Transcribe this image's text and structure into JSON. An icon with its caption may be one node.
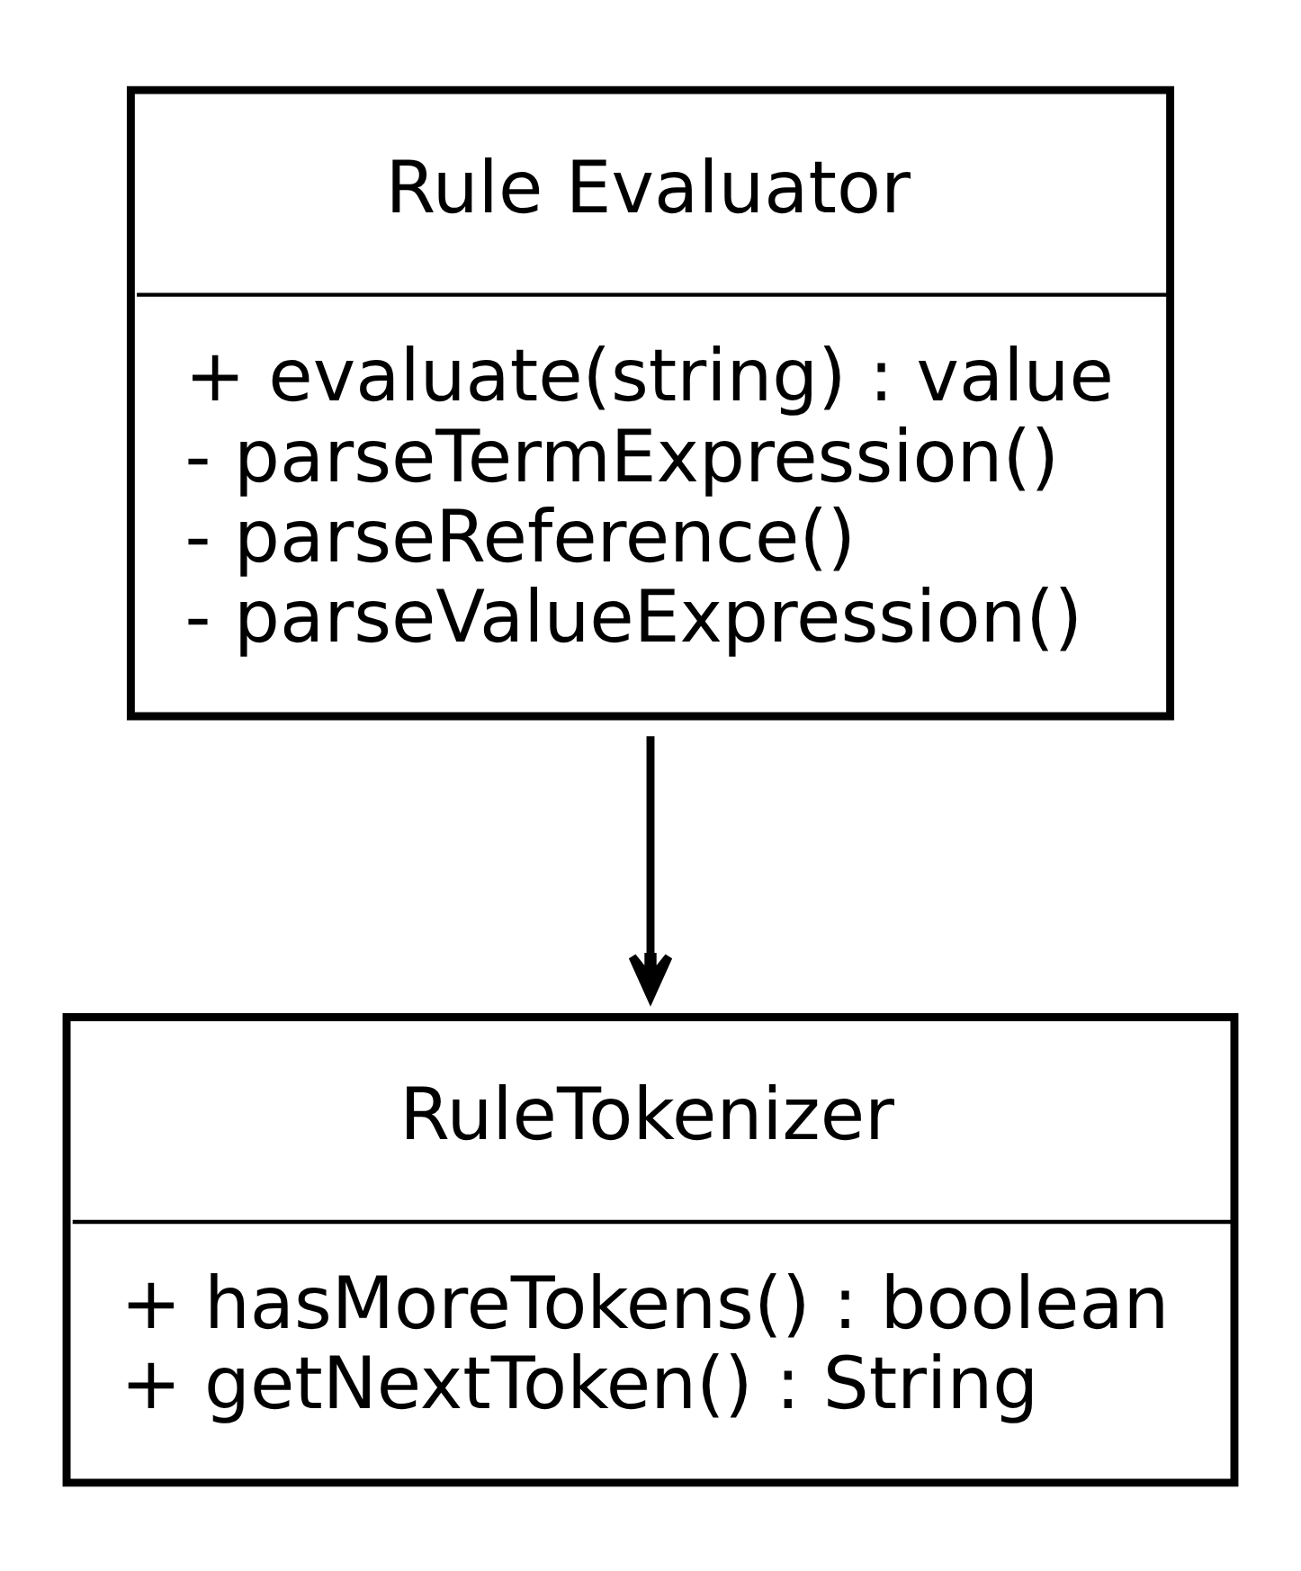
{
  "diagram": {
    "nodes": [
      {
        "text": [
          "Rule Evaluator",
          "+ evaluate(string) : value",
          "- parseTermExpression()",
          "- parseReference()",
          "- parseValueExpression()"
        ]
      },
      {
        "text": [
          "RuleTokenizer",
          "+ hasMoreTokens() : boolean",
          "+ getNextToken() : String"
        ]
      }
    ],
    "edges": [
      {
        "from": 0,
        "to": 1,
        "arrow": "to"
      }
    ]
  }
}
